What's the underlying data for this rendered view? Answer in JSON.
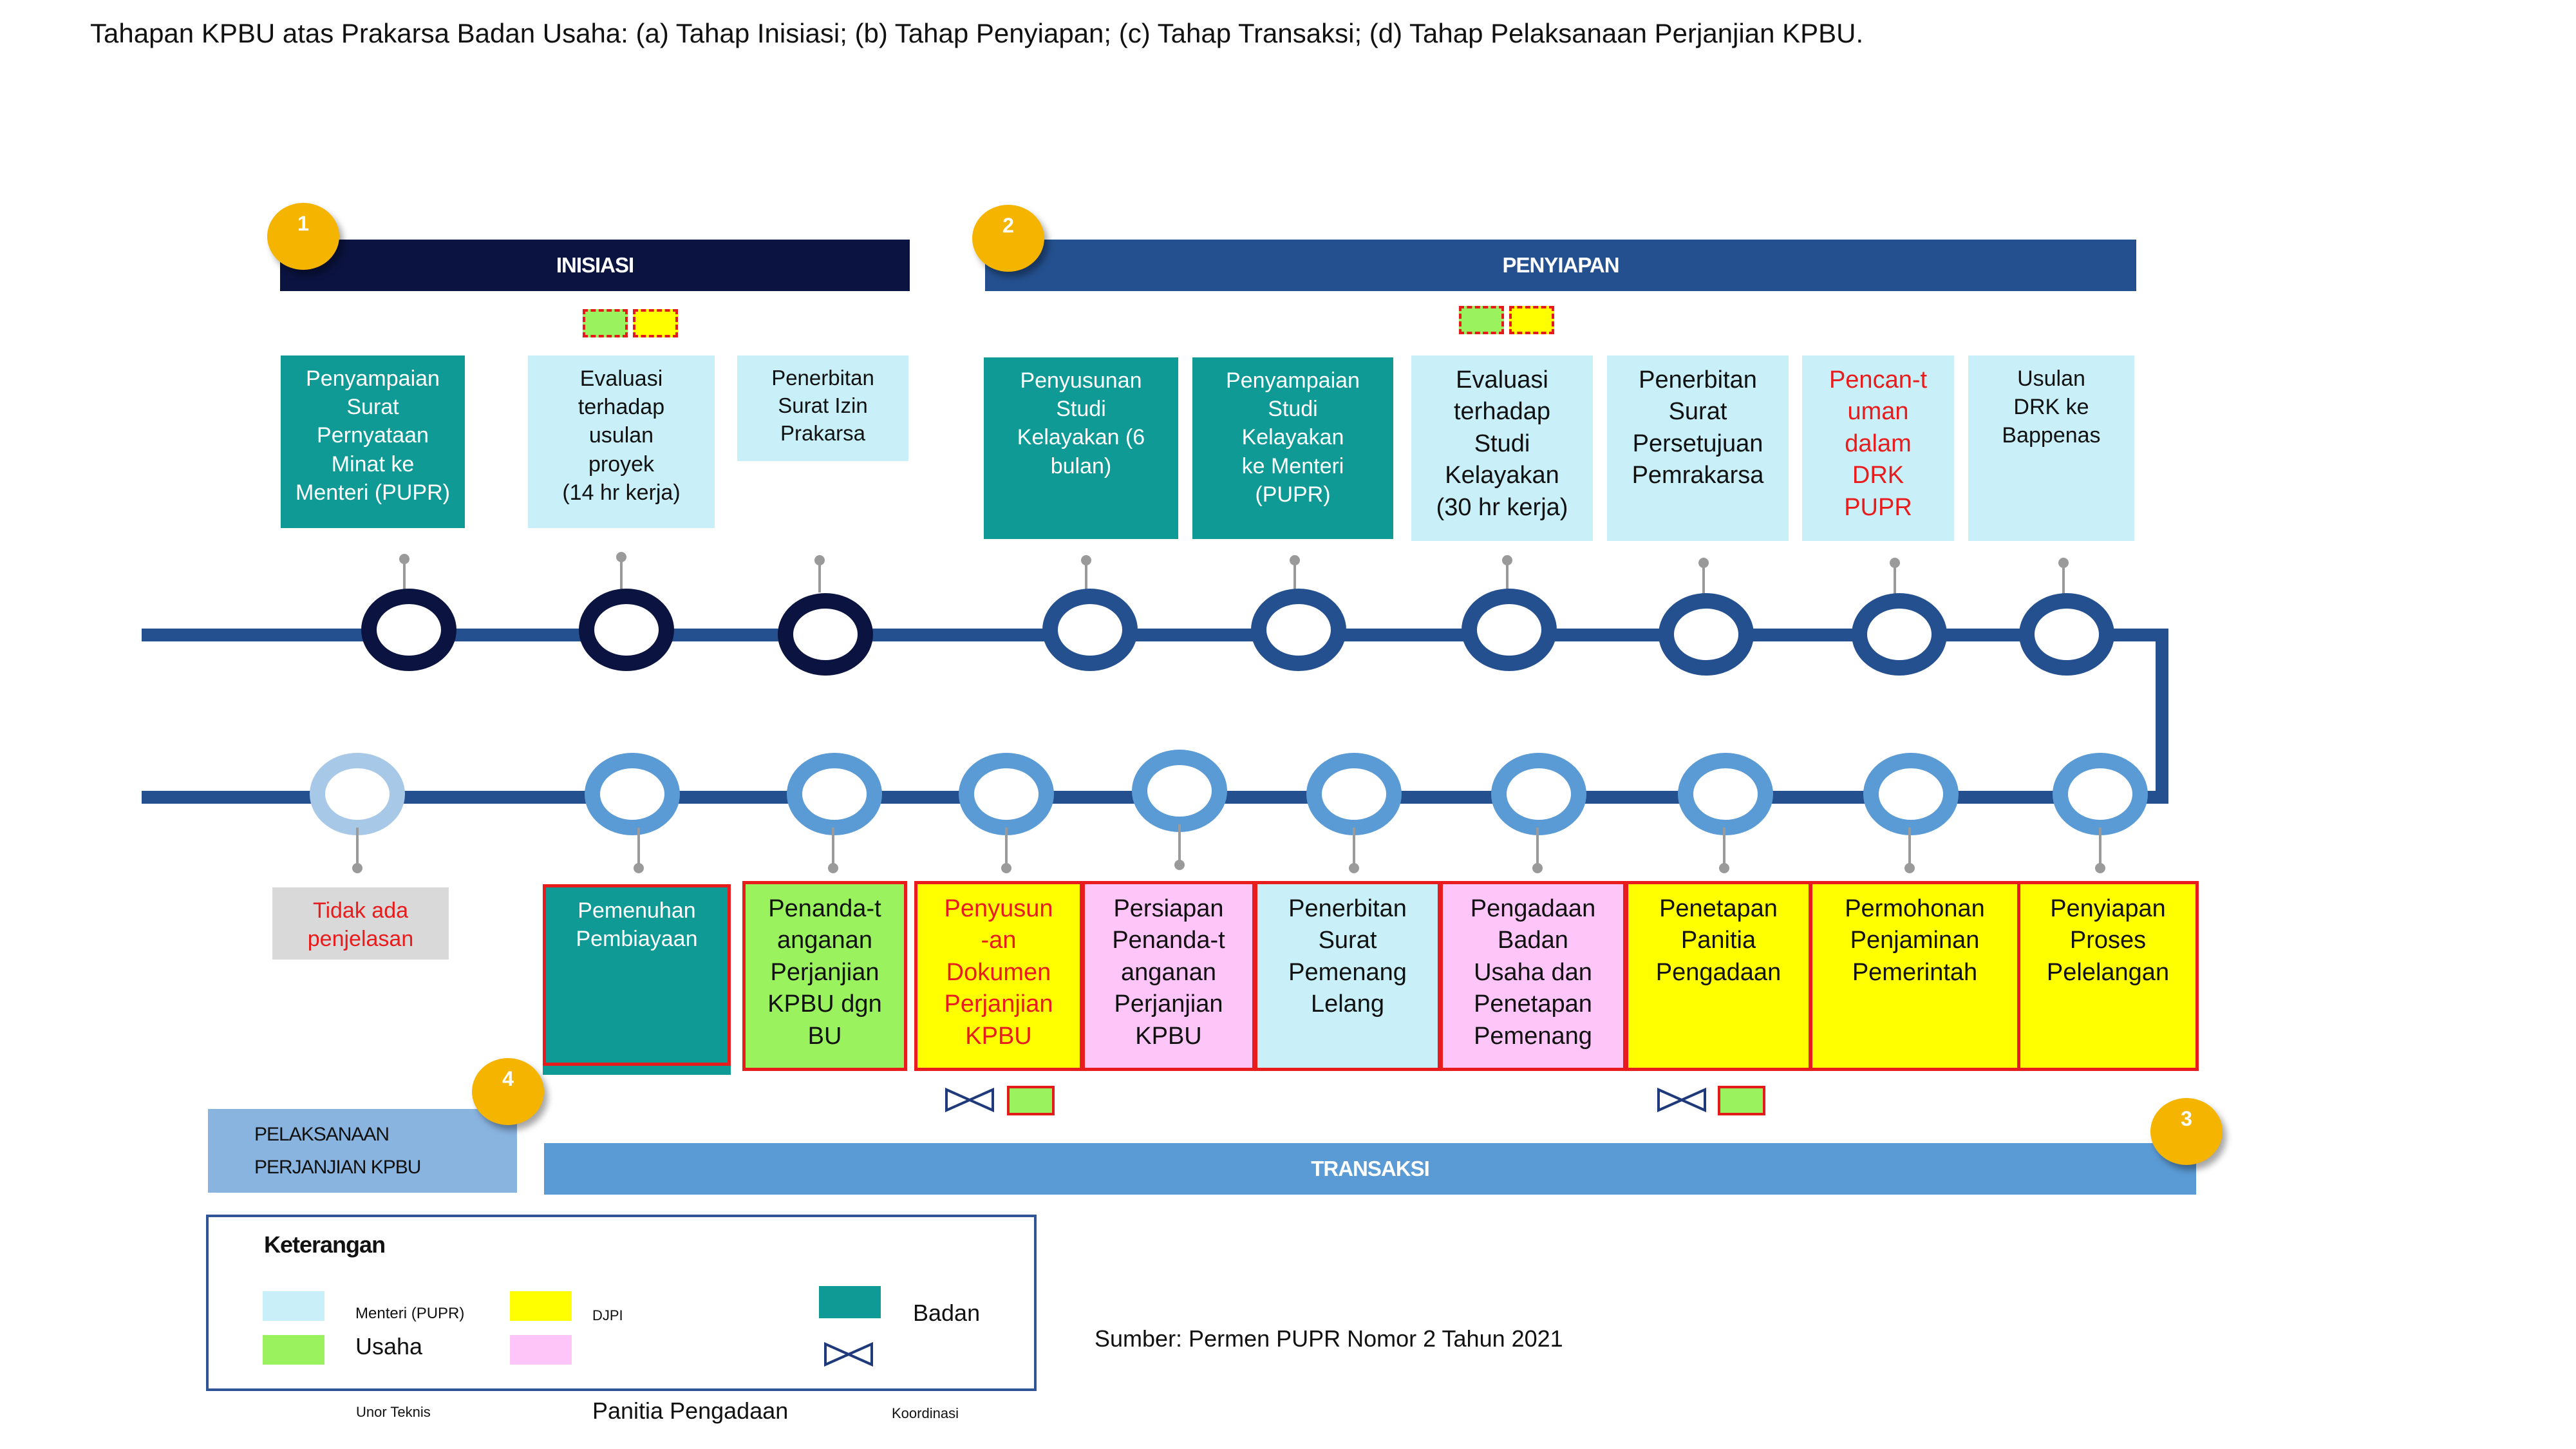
{
  "caption": "Tahapan KPBU atas Prakarsa Badan Usaha: (a) Tahap Inisiasi; (b) Tahap Penyiapan; (c) Tahap Transaksi; (d) Tahap Pelaksanaan Perjanjian KPBU.",
  "phases": {
    "inisiasi": {
      "number": "1",
      "title": "INISIASI"
    },
    "penyiapan": {
      "number": "2",
      "title": "PENYIAPAN"
    },
    "transaksi": {
      "number": "3",
      "title": "TRANSAKSI"
    },
    "pelaksanaan": {
      "number": "4",
      "title": "PELAKSANAAN\nPERJANJIAN KPBU"
    }
  },
  "top_steps": [
    {
      "label": "Penyampaian\nSurat\nPernyataan\nMinat ke\nMenteri (PUPR)",
      "color": "teal"
    },
    {
      "label": "Evaluasi\nterhadap\nusulan\nproyek\n(14 hr kerja)",
      "color": "light-blue"
    },
    {
      "label": "Penerbitan\nSurat Izin\nPrakarsa",
      "color": "light-blue"
    },
    {
      "label": "Penyusunan\nStudi\nKelayakan (6\nbulan)",
      "color": "teal"
    },
    {
      "label": "Penyampaian\nStudi\nKelayakan\nke Menteri\n(PUPR)",
      "color": "teal"
    },
    {
      "label": "Evaluasi\nterhadap\nStudi\nKelayakan\n(30 hr kerja)",
      "color": "light-blue"
    },
    {
      "label": "Penerbitan\nSurat\nPersetujuan\nPemrakarsa",
      "color": "light-blue"
    },
    {
      "label": "Pencan-t\numan\ndalam\nDRK\nPUPR",
      "color": "light-blue"
    },
    {
      "label": "Usulan\nDRK        ke\nBappenas",
      "color": "light-blue"
    }
  ],
  "bottom_steps": [
    {
      "label": "Tidak ada\npenjelasan",
      "color": "grey"
    },
    {
      "label": "Pemenuhan\nPembiayaan",
      "color": "teal"
    },
    {
      "label": "Penanda-t\nanganan\nPerjanjian\nKPBU dgn\nBU",
      "color": "green"
    },
    {
      "label": "Penyusun\n-an\nDokumen\nPerjanjian\nKPBU",
      "color": "yellow"
    },
    {
      "label": "Persiapan\nPenanda-t\nanganan\nPerjanjian\nKPBU",
      "color": "pink"
    },
    {
      "label": "Penerbitan\nSurat\nPemenang\nLelang",
      "color": "light-blue"
    },
    {
      "label": "Pengadaan\nBadan\nUsaha dan\nPenetapan\nPemenang",
      "color": "pink"
    },
    {
      "label": "Penetapan\nPanitia\nPengadaan",
      "color": "yellow"
    },
    {
      "label": "Permohonan\nPenjaminan\nPemerintah",
      "color": "yellow"
    },
    {
      "label": "Penyiapan\nProses\nPelelangan",
      "color": "yellow"
    }
  ],
  "legend": {
    "title": "Keterangan",
    "items": [
      {
        "label": "Menteri (PUPR)",
        "color": "#c9f0f8"
      },
      {
        "label": "Usaha",
        "color": "#99f25e"
      },
      {
        "label": "DJPI",
        "color": "#ffff00"
      },
      {
        "label": "Badan",
        "color": "#0f9a96"
      },
      {
        "label": "Unor Teknis",
        "color": "#fdc5f8"
      },
      {
        "label": "Panitia Pengadaan",
        "color": ""
      },
      {
        "label": "Koordinasi",
        "color": ""
      }
    ]
  },
  "source": "Sumber: Permen PUPR Nomor 2 Tahun 2021",
  "colors": {
    "dark_navy": "#0b1340",
    "mid_blue": "#24508f",
    "light_blue_line": "#5b9bd5",
    "teal": "#0f9a96",
    "light_blue_box": "#c9f0f8",
    "yellow": "#ffff00",
    "green": "#99f25e",
    "pink": "#fdc5f8",
    "red_border": "#e81c1c",
    "badge_orange": "#f5b400"
  }
}
